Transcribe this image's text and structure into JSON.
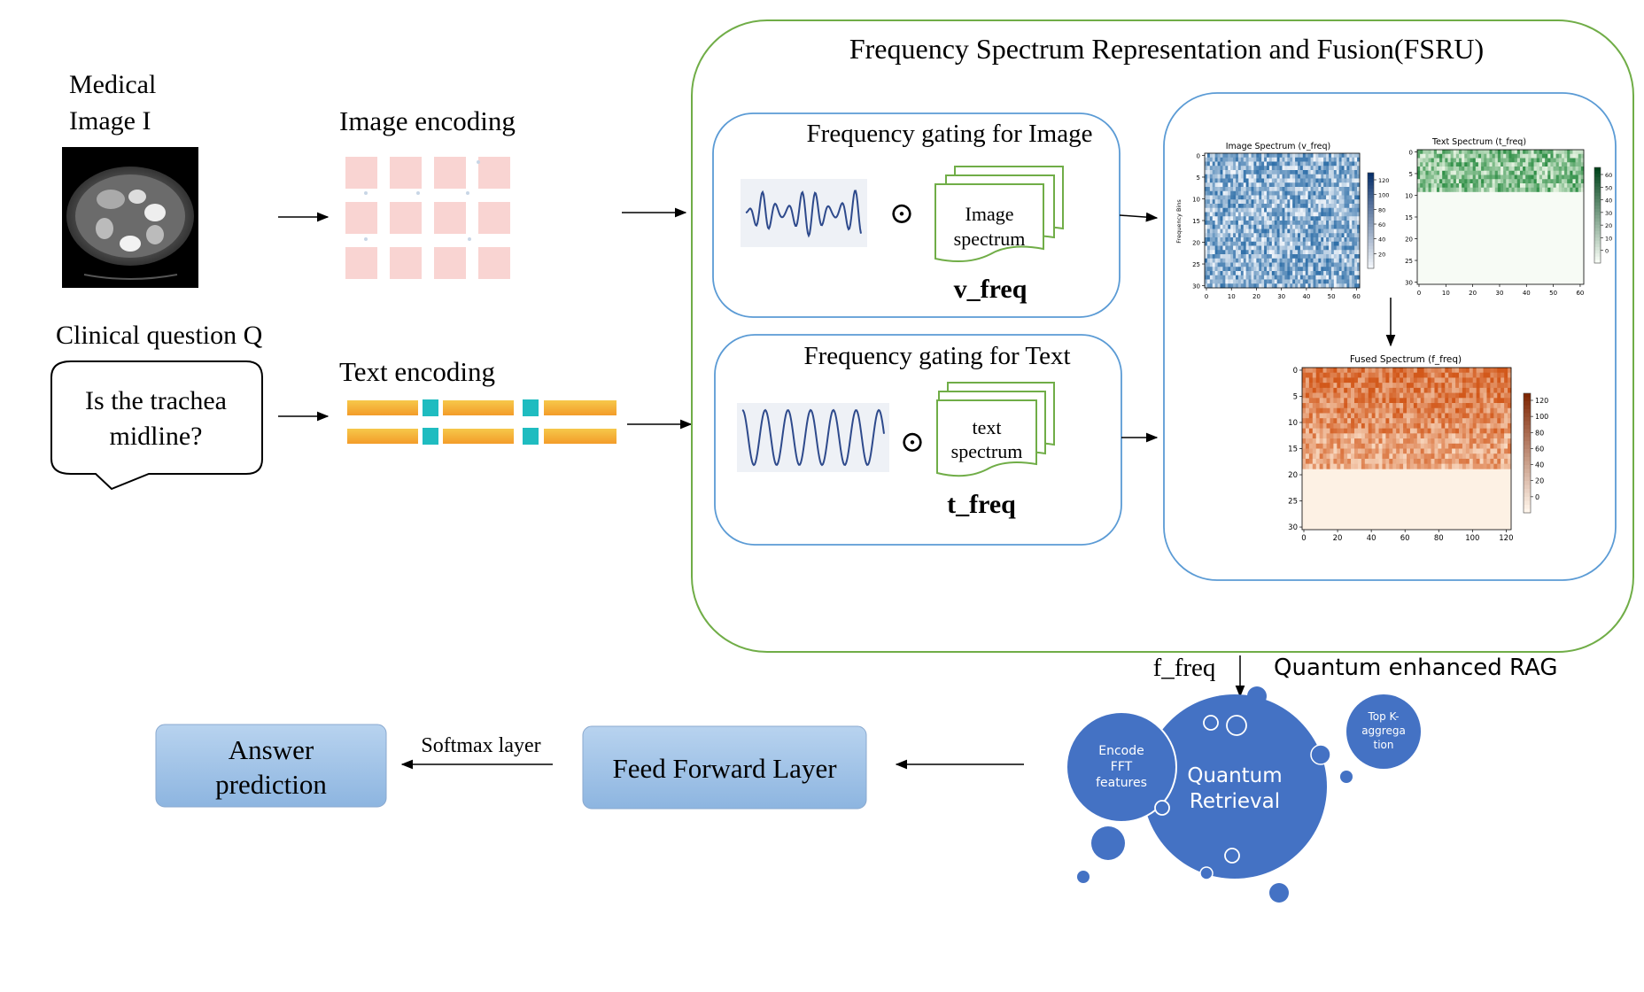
{
  "inputs": {
    "image_title": "Medical",
    "image_title_2": "Image I",
    "question_title": "Clinical question Q",
    "question_text_1": "Is the trachea",
    "question_text_2": "midline?"
  },
  "encodings": {
    "image": "Image encoding",
    "text": "Text encoding"
  },
  "fsru": {
    "title": "Frequency Spectrum Representation and Fusion(FSRU)",
    "gate_image_title": "Frequency gating for Image",
    "gate_image_card_1": "Image",
    "gate_image_card_2": "spectrum",
    "gate_image_var": "v_freq",
    "gate_text_title": "Frequency gating for Text",
    "gate_text_card_1": "text",
    "gate_text_card_2": "spectrum",
    "gate_text_var": "t_freq",
    "operator": "⊙"
  },
  "spectra": {
    "image": {
      "title": "Image Spectrum (v_freq)",
      "ylabel": "Frequency Bins",
      "yticks": [
        "0",
        "5",
        "10",
        "15",
        "20",
        "25",
        "30"
      ],
      "xticks": [
        "0",
        "10",
        "20",
        "30",
        "40",
        "50",
        "60"
      ],
      "cbar": [
        "120",
        "100",
        "80",
        "60",
        "40",
        "20"
      ]
    },
    "text": {
      "title": "Text Spectrum (t_freq)",
      "yticks": [
        "0",
        "5",
        "10",
        "15",
        "20",
        "25",
        "30"
      ],
      "xticks": [
        "0",
        "10",
        "20",
        "30",
        "40",
        "50",
        "60"
      ],
      "cbar": [
        "60",
        "50",
        "40",
        "30",
        "20",
        "10",
        "0"
      ]
    },
    "fused": {
      "title": "Fused Spectrum (f_freq)",
      "yticks": [
        "0",
        "5",
        "10",
        "15",
        "20",
        "25",
        "30"
      ],
      "xticks": [
        "0",
        "20",
        "40",
        "60",
        "80",
        "100",
        "120"
      ],
      "cbar": [
        "120",
        "100",
        "80",
        "60",
        "40",
        "20",
        "0"
      ]
    },
    "colors": {
      "image": "#2f6fa8",
      "text": "#2f8f46",
      "fused": "#d2581a"
    }
  },
  "rag": {
    "f_freq_label": "f_freq",
    "title": "Quantum enhanced RAG",
    "retrieval_1": "Quantum",
    "retrieval_2": "Retrieval",
    "encode_1": "Encode",
    "encode_2": "FFT",
    "encode_3": "features",
    "topk_1": "Top K-",
    "topk_2": "aggrega",
    "topk_3": "tion",
    "color": "#4472c4"
  },
  "output": {
    "ffn": "Feed Forward Layer",
    "softmax": "Softmax layer",
    "answer_1": "Answer",
    "answer_2": "prediction"
  }
}
